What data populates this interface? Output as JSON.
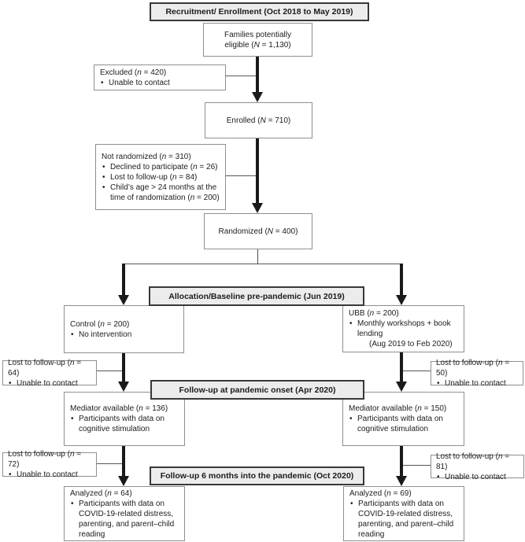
{
  "figure": {
    "type": "consort-flow-diagram",
    "colors": {
      "header_fill": "#ececec",
      "header_border": "#383838",
      "box_border": "#8f8f8f",
      "arrow": "#1a1a1a",
      "text": "#1c1c1c",
      "background": "#ffffff"
    }
  },
  "headers": {
    "recruitment": "Recruitment/ Enrollment (Oct 2018 to May 2019)",
    "allocation": "Allocation/Baseline pre-pandemic (Jun 2019)",
    "followup_onset": "Follow-up at pandemic onset (Apr 2020)",
    "followup_6mo": "Follow-up 6 months into the pandemic (Oct 2020)"
  },
  "boxes": {
    "families": {
      "line1": "Families potentially",
      "line2_pre": "eligible (",
      "line2_var": "N",
      "line2_post": " = 1,130)"
    },
    "enrolled": {
      "pre": "Enrolled (",
      "var": "N",
      "post": " = 710)"
    },
    "randomized": {
      "pre": "Randomized (",
      "var": "N",
      "post": " = 400)"
    },
    "excluded": {
      "title_pre": "Excluded (",
      "title_var": "n",
      "title_post": " = 420)",
      "bullets": [
        {
          "pre": "Unable to contact"
        }
      ]
    },
    "not_randomized": {
      "title_pre": "Not randomized (",
      "title_var": "n",
      "title_post": " = 310)",
      "bullets": [
        {
          "pre": "Declined to participate (",
          "var": "n",
          "post": " = 26)"
        },
        {
          "pre": "Lost to follow-up (",
          "var": "n",
          "post": " = 84)"
        },
        {
          "pre": "Child’s age > 24 months at the time of randomization (",
          "var": "n",
          "post": " = 200)"
        }
      ]
    },
    "control": {
      "title_pre": "Control (",
      "title_var": "n",
      "title_post": " = 200)",
      "bullets": [
        {
          "pre": "No intervention"
        }
      ]
    },
    "ubb": {
      "title_pre": "UBB (",
      "title_var": "n",
      "title_post": " = 200)",
      "bullets": [
        {
          "pre": "Monthly workshops + book lending"
        }
      ],
      "note": "(Aug 2019 to Feb 2020)"
    },
    "lost_control_1": {
      "title_pre": "Lost to follow-up (",
      "title_var": "n",
      "title_post": " = 64)",
      "bullets": [
        {
          "pre": "Unable to contact"
        }
      ]
    },
    "lost_ubb_1": {
      "title_pre": "Lost to follow-up (",
      "title_var": "n",
      "title_post": " = 50)",
      "bullets": [
        {
          "pre": "Unable to contact"
        }
      ]
    },
    "mediator_control": {
      "title_pre": "Mediator available (",
      "title_var": "n",
      "title_post": " = 136)",
      "bullets": [
        {
          "pre": "Participants with data on cognitive stimulation"
        }
      ]
    },
    "mediator_ubb": {
      "title_pre": "Mediator available (",
      "title_var": "n",
      "title_post": " = 150)",
      "bullets": [
        {
          "pre": "Participants with data on cognitive stimulation"
        }
      ]
    },
    "lost_control_2": {
      "title_pre": "Lost to follow-up (",
      "title_var": "n",
      "title_post": " = 72)",
      "bullets": [
        {
          "pre": "Unable to contact"
        }
      ]
    },
    "lost_ubb_2": {
      "title_pre": "Lost to follow-up (",
      "title_var": "n",
      "title_post": " = 81)",
      "bullets": [
        {
          "pre": "Unable to contact"
        }
      ]
    },
    "analyzed_control": {
      "title_pre": "Analyzed (",
      "title_var": "n",
      "title_post": " = 64)",
      "bullets": [
        {
          "pre": "Participants with data on COVID-19-related distress, parenting, and parent–child reading"
        }
      ]
    },
    "analyzed_ubb": {
      "title_pre": "Analyzed (",
      "title_var": "n",
      "title_post": " = 69)",
      "bullets": [
        {
          "pre": "Participants with data on COVID-19-related distress, parenting, and parent–child reading"
        }
      ]
    }
  }
}
